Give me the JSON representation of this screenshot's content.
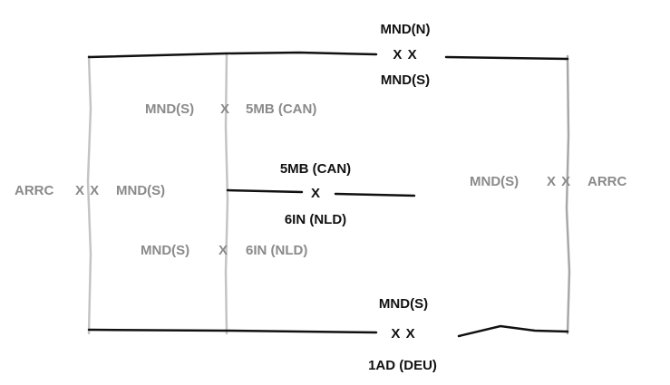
{
  "colors": {
    "primary": "#111111",
    "secondary": "#8a8a8a"
  },
  "top_boundary": {
    "upper_label": "MND(N)",
    "symbol": "X X",
    "lower_label": "MND(S)"
  },
  "bottom_boundary": {
    "upper_label": "MND(S)",
    "symbol": "X X",
    "lower_label": "1AD (DEU)"
  },
  "left_boundary": {
    "left_label": "ARRC",
    "symbol": "X X",
    "right_label": "MND(S)"
  },
  "right_boundary": {
    "left_label": "MND(S)",
    "symbol": "X X",
    "right_label": "ARRC"
  },
  "inner_upper": {
    "left_label": "MND(S)",
    "symbol": "X",
    "right_label": "5MB (CAN)"
  },
  "inner_lower": {
    "left_label": "MND(S)",
    "symbol": "X",
    "right_label": "6IN (NLD)"
  },
  "center_boundary": {
    "upper_label": "5MB (CAN)",
    "symbol": "X",
    "lower_label": "6IN (NLD)"
  }
}
